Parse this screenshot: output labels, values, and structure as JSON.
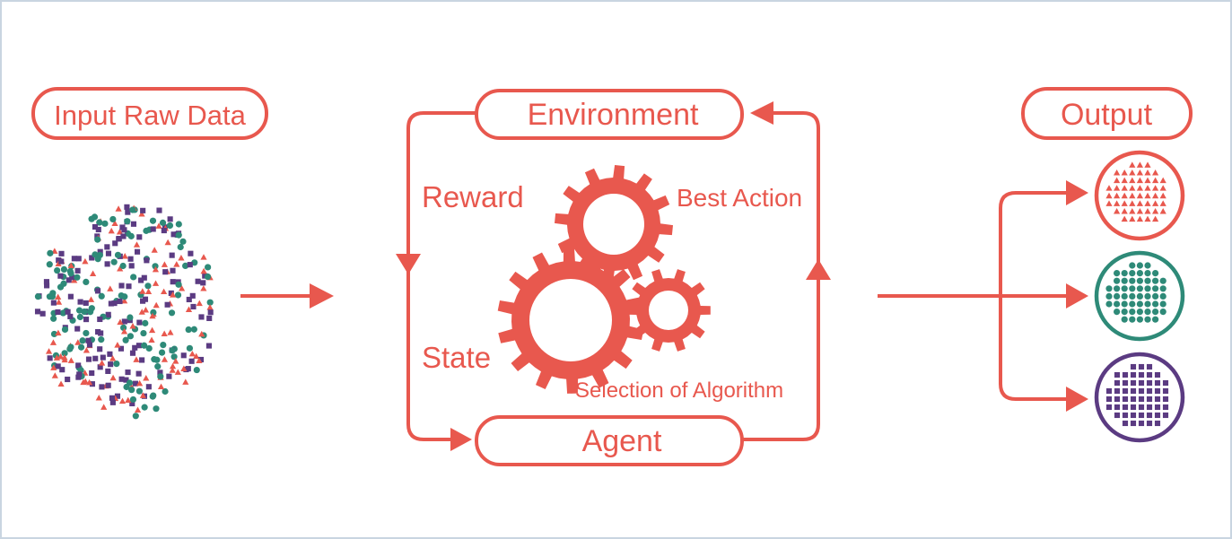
{
  "labels": {
    "input": "Input Raw Data",
    "environment": "Environment",
    "agent": "Agent",
    "output": "Output",
    "reward": "Reward",
    "best_action": "Best Action",
    "state": "State",
    "selection": "Selection of Algorithm"
  },
  "colors": {
    "accent": "#e8584e",
    "teal": "#2e8a78",
    "purple": "#5b3b82"
  }
}
